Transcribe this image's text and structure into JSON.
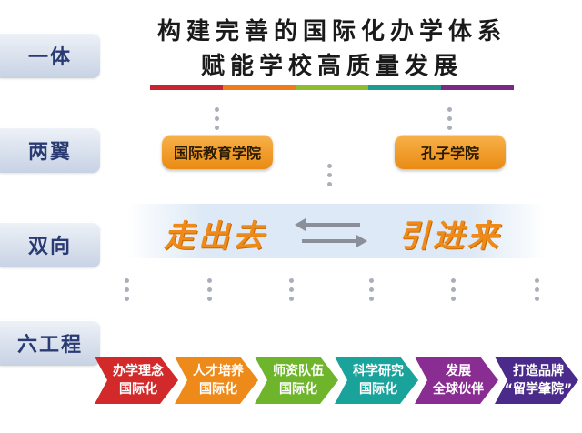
{
  "tiers": [
    "一体",
    "两翼",
    "双向",
    "六工程"
  ],
  "title": {
    "line1": "构建完善的国际化办学体系",
    "line2": "赋能学校高质量发展"
  },
  "rainbow_colors": [
    "#c8242f",
    "#ee7a1a",
    "#8bbd2f",
    "#1d9b8d",
    "#7a2a86"
  ],
  "wings": {
    "left": "国际教育学院",
    "right": "孔子学院"
  },
  "two_way": {
    "left": "走出去",
    "right": "引进来"
  },
  "projects": [
    {
      "line1": "办学理念",
      "line2": "国际化",
      "color": "#d22a2a"
    },
    {
      "line1": "人才培养",
      "line2": "国际化",
      "color": "#ee8a1a"
    },
    {
      "line1": "师资队伍",
      "line2": "国际化",
      "color": "#6fb52c"
    },
    {
      "line1": "科学研究",
      "line2": "国际化",
      "color": "#1aa39a"
    },
    {
      "line1": "发展",
      "line2": "全球伙伴",
      "color": "#8a2d92"
    },
    {
      "line1": "打造品牌",
      "line2": "“留学肇院”",
      "color": "#4a2a8a"
    }
  ]
}
